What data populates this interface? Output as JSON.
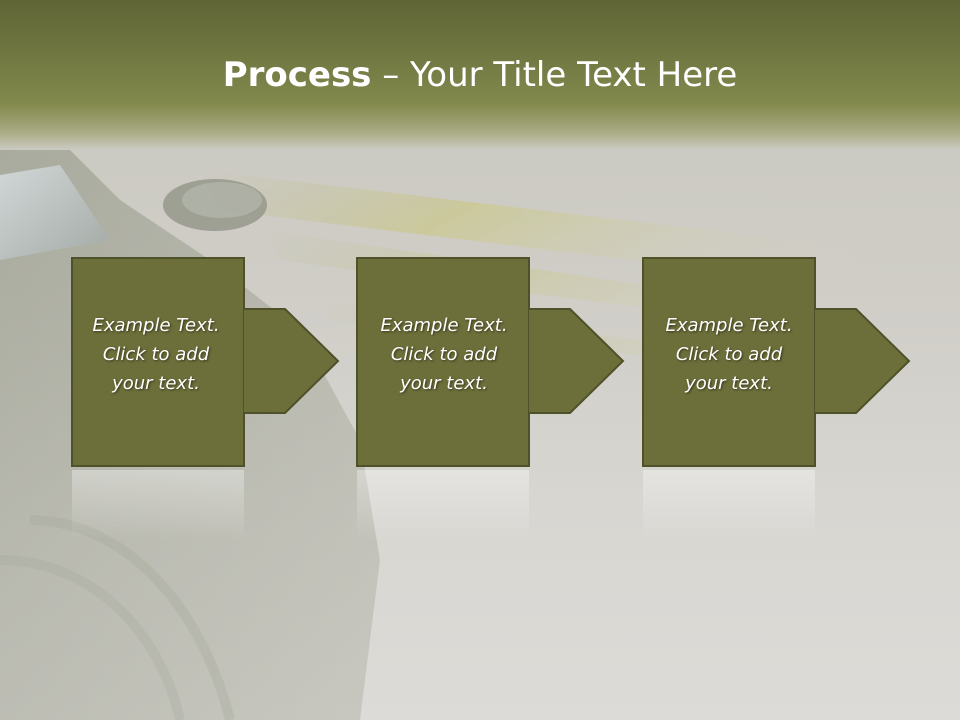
{
  "slide": {
    "title_bold": "Process",
    "title_rest": " – Your Title Text Here"
  },
  "steps": [
    {
      "text": "Example Text.\nClick  to add\nyour text."
    },
    {
      "text": "Example Text.\nClick  to add\nyour text."
    },
    {
      "text": "Example Text.\nClick  to add\nyour text."
    }
  ],
  "colors": {
    "shape_fill": "#6d6f3a",
    "shape_border": "#4e5129",
    "title_band": "#6f7640",
    "text": "#ffffff"
  }
}
